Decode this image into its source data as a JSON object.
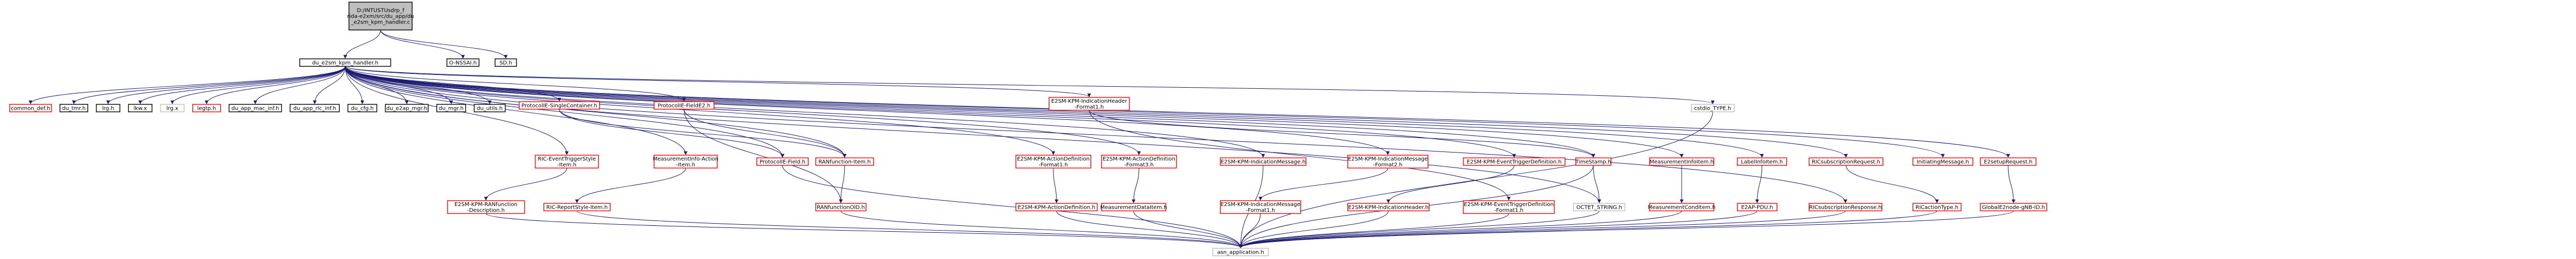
{
  "colors": {
    "edge": "#191970",
    "border_black": "#000000",
    "border_red": "#ff0000",
    "border_gray": "#bfbfbf",
    "root_fill": "#bfbfbf",
    "node_fill": "#ffffff"
  },
  "nodes": [
    {
      "id": "n_root",
      "label": [
        "D:/INTUSTUsdrp_f",
        "rida-e2xm/src/du_app/du",
        "_e2sm_kpm_handler.c"
      ],
      "style": "root"
    },
    {
      "id": "n_hdr",
      "label": [
        "du_e2sm_kpm_handler.h"
      ],
      "style": "black"
    },
    {
      "id": "n_nssai",
      "label": [
        "O-NSSAI.h"
      ],
      "style": "black"
    },
    {
      "id": "n_sd",
      "label": [
        "SD.h"
      ],
      "style": "black"
    },
    {
      "id": "n_common_def",
      "label": [
        "common_def.h"
      ],
      "style": "red"
    },
    {
      "id": "n_du_tmr",
      "label": [
        "du_tmr.h"
      ],
      "style": "black"
    },
    {
      "id": "n_lrg_h",
      "label": [
        "lrg.h"
      ],
      "style": "black"
    },
    {
      "id": "n_lkw_x",
      "label": [
        "lkw.x"
      ],
      "style": "black"
    },
    {
      "id": "n_lrg_x",
      "label": [
        "lrg.x"
      ],
      "style": "gray"
    },
    {
      "id": "n_legtp",
      "label": [
        "legtp.h"
      ],
      "style": "red"
    },
    {
      "id": "n_du_app_mac",
      "label": [
        "du_app_mac_inf.h"
      ],
      "style": "black"
    },
    {
      "id": "n_du_app_rlc",
      "label": [
        "du_app_rlc_inf.h"
      ],
      "style": "black"
    },
    {
      "id": "n_du_cfg",
      "label": [
        "du_cfg.h"
      ],
      "style": "black"
    },
    {
      "id": "n_du_e2ap_mgr",
      "label": [
        "du_e2ap_mgr.h"
      ],
      "style": "black"
    },
    {
      "id": "n_du_mgr",
      "label": [
        "du_mgr.h"
      ],
      "style": "black"
    },
    {
      "id": "n_du_utils",
      "label": [
        "du_utils.h"
      ],
      "style": "black"
    },
    {
      "id": "n_pie_single",
      "label": [
        "ProtocolIE-SingleContainer.h"
      ],
      "style": "red"
    },
    {
      "id": "n_pie_fieldE2",
      "label": [
        "ProtocolIE-FieldE2.h"
      ],
      "style": "red"
    },
    {
      "id": "n_ind_hdr_f1",
      "label": [
        "E2SM-KPM-IndicationHeader",
        "-Format1.h"
      ],
      "style": "red"
    },
    {
      "id": "n_cstd_type",
      "label": [
        "cstdio_TYPE.h"
      ],
      "style": "gray"
    },
    {
      "id": "n_ric_trig_style",
      "label": [
        "RIC-EventTriggerStyle",
        "-Item.h"
      ],
      "style": "red"
    },
    {
      "id": "n_meas_info_action",
      "label": [
        "MeasurementInfo-Action",
        "-Item.h"
      ],
      "style": "red"
    },
    {
      "id": "n_pie_field",
      "label": [
        "ProtocolIE-Field.h"
      ],
      "style": "red"
    },
    {
      "id": "n_ran_func_item",
      "label": [
        "RANfunction-Item.h"
      ],
      "style": "red"
    },
    {
      "id": "n_action_def_f1",
      "label": [
        "E2SM-KPM-ActionDefinition",
        "-Format1.h"
      ],
      "style": "red"
    },
    {
      "id": "n_action_def_f3",
      "label": [
        "E2SM-KPM-ActionDefinition",
        "-Format3.h"
      ],
      "style": "red"
    },
    {
      "id": "n_ind_msg",
      "label": [
        "E2SM-KPM-IndicationMessage.h"
      ],
      "style": "red"
    },
    {
      "id": "n_ind_msg_f2",
      "label": [
        "E2SM-KPM-IndicationMessage",
        "-Format2.h"
      ],
      "style": "red"
    },
    {
      "id": "n_event_trig_def",
      "label": [
        "E2SM-KPM-EventTriggerDefinition.h"
      ],
      "style": "red"
    },
    {
      "id": "n_timestamp",
      "label": [
        "TimeStamp.h"
      ],
      "style": "red"
    },
    {
      "id": "n_meas_info_item",
      "label": [
        "MeasurementInfoItem.h"
      ],
      "style": "red"
    },
    {
      "id": "n_label_info_item",
      "label": [
        "LabelInfoItem.h"
      ],
      "style": "red"
    },
    {
      "id": "n_ric_sub_req",
      "label": [
        "RICsubscriptionRequest.h"
      ],
      "style": "red"
    },
    {
      "id": "n_init_msg",
      "label": [
        "InitiatingMessage.h"
      ],
      "style": "red"
    },
    {
      "id": "n_e2setup_req",
      "label": [
        "E2setupRequest.h"
      ],
      "style": "red"
    },
    {
      "id": "n_ran_func_desc",
      "label": [
        "E2SM-KPM-RANfunction",
        "-Description.h"
      ],
      "style": "red"
    },
    {
      "id": "n_ric_report_style",
      "label": [
        "RIC-ReportStyle-Item.h"
      ],
      "style": "red"
    },
    {
      "id": "n_ran_func_oid",
      "label": [
        "RANfunctionOID.h"
      ],
      "style": "red"
    },
    {
      "id": "n_action_def",
      "label": [
        "E2SM-KPM-ActionDefinition.h"
      ],
      "style": "red"
    },
    {
      "id": "n_meas_data_item",
      "label": [
        "MeasurementDataItem.h"
      ],
      "style": "red"
    },
    {
      "id": "n_ind_msg_f1",
      "label": [
        "E2SM-KPM-IndicationMessage",
        "-Format1.h"
      ],
      "style": "red"
    },
    {
      "id": "n_ind_hdr",
      "label": [
        "E2SM-KPM-IndicationHeader.h"
      ],
      "style": "red"
    },
    {
      "id": "n_event_trig_def_f1",
      "label": [
        "E2SM-KPM-EventTriggerDefinition",
        "-Format1.h"
      ],
      "style": "red"
    },
    {
      "id": "n_octet_string",
      "label": [
        "OCTET_STRING.h"
      ],
      "style": "gray"
    },
    {
      "id": "n_meas_cond_item",
      "label": [
        "MeasurementCondItem.h"
      ],
      "style": "red"
    },
    {
      "id": "n_e2ap_pdu",
      "label": [
        "E2AP-PDU.h"
      ],
      "style": "red"
    },
    {
      "id": "n_ric_sub_resp",
      "label": [
        "RICsubscriptionResponse.h"
      ],
      "style": "red"
    },
    {
      "id": "n_ric_action_type",
      "label": [
        "RICactionType.h"
      ],
      "style": "red"
    },
    {
      "id": "n_global_e2node",
      "label": [
        "GlobalE2node-gNB-ID.h"
      ],
      "style": "red"
    },
    {
      "id": "n_asn_app",
      "label": [
        "asn_application.h"
      ],
      "style": "gray"
    }
  ],
  "edges": [
    [
      "n_root",
      "n_hdr"
    ],
    [
      "n_root",
      "n_nssai"
    ],
    [
      "n_root",
      "n_sd"
    ],
    [
      "n_hdr",
      "n_common_def"
    ],
    [
      "n_hdr",
      "n_du_tmr"
    ],
    [
      "n_hdr",
      "n_lrg_h"
    ],
    [
      "n_hdr",
      "n_lkw_x"
    ],
    [
      "n_hdr",
      "n_lrg_x"
    ],
    [
      "n_hdr",
      "n_legtp"
    ],
    [
      "n_hdr",
      "n_du_app_mac"
    ],
    [
      "n_hdr",
      "n_du_app_rlc"
    ],
    [
      "n_hdr",
      "n_du_cfg"
    ],
    [
      "n_hdr",
      "n_du_e2ap_mgr"
    ],
    [
      "n_hdr",
      "n_du_mgr"
    ],
    [
      "n_hdr",
      "n_du_utils"
    ],
    [
      "n_hdr",
      "n_pie_single"
    ],
    [
      "n_hdr",
      "n_pie_fieldE2"
    ],
    [
      "n_hdr",
      "n_ind_hdr_f1"
    ],
    [
      "n_hdr",
      "n_cstd_type"
    ],
    [
      "n_hdr",
      "n_ric_trig_style"
    ],
    [
      "n_hdr",
      "n_meas_info_action"
    ],
    [
      "n_hdr",
      "n_action_def_f1"
    ],
    [
      "n_hdr",
      "n_action_def_f3"
    ],
    [
      "n_hdr",
      "n_ind_msg"
    ],
    [
      "n_hdr",
      "n_ind_msg_f2"
    ],
    [
      "n_hdr",
      "n_event_trig_def"
    ],
    [
      "n_hdr",
      "n_timestamp"
    ],
    [
      "n_hdr",
      "n_octet_string"
    ],
    [
      "n_hdr",
      "n_meas_info_item"
    ],
    [
      "n_hdr",
      "n_label_info_item"
    ],
    [
      "n_hdr",
      "n_ric_sub_req"
    ],
    [
      "n_hdr",
      "n_ric_sub_resp"
    ],
    [
      "n_hdr",
      "n_init_msg"
    ],
    [
      "n_hdr",
      "n_e2setup_req"
    ],
    [
      "n_hdr",
      "n_ran_func_item"
    ],
    [
      "n_hdr",
      "n_pie_field"
    ],
    [
      "n_pie_single",
      "n_pie_field"
    ],
    [
      "n_pie_single",
      "n_ran_func_item"
    ],
    [
      "n_pie_fieldE2",
      "n_ran_func_item"
    ],
    [
      "n_pie_fieldE2",
      "n_ran_func_oid"
    ],
    [
      "n_ric_trig_style",
      "n_ran_func_desc"
    ],
    [
      "n_meas_info_action",
      "n_ric_report_style"
    ],
    [
      "n_ran_func_item",
      "n_ran_func_oid"
    ],
    [
      "n_action_def_f1",
      "n_action_def"
    ],
    [
      "n_action_def_f3",
      "n_meas_data_item"
    ],
    [
      "n_ind_msg_f2",
      "n_ind_msg_f1"
    ],
    [
      "n_event_trig_def",
      "n_ind_hdr"
    ],
    [
      "n_ind_hdr_f1",
      "n_timestamp"
    ],
    [
      "n_ind_hdr_f1",
      "n_event_trig_def_f1"
    ],
    [
      "n_timestamp",
      "n_octet_string"
    ],
    [
      "n_meas_info_item",
      "n_meas_cond_item"
    ],
    [
      "n_label_info_item",
      "n_e2ap_pdu"
    ],
    [
      "n_ric_sub_req",
      "n_ric_action_type"
    ],
    [
      "n_e2setup_req",
      "n_global_e2node"
    ],
    [
      "n_ran_func_desc",
      "n_asn_app"
    ],
    [
      "n_ric_report_style",
      "n_asn_app"
    ],
    [
      "n_pie_field",
      "n_asn_app"
    ],
    [
      "n_ran_func_oid",
      "n_asn_app"
    ],
    [
      "n_action_def",
      "n_asn_app"
    ],
    [
      "n_meas_data_item",
      "n_asn_app"
    ],
    [
      "n_ind_msg_f1",
      "n_asn_app"
    ],
    [
      "n_ind_hdr",
      "n_asn_app"
    ],
    [
      "n_event_trig_def_f1",
      "n_asn_app"
    ],
    [
      "n_timestamp",
      "n_asn_app"
    ],
    [
      "n_octet_string",
      "n_asn_app"
    ],
    [
      "n_meas_cond_item",
      "n_asn_app"
    ],
    [
      "n_e2ap_pdu",
      "n_asn_app"
    ],
    [
      "n_ric_sub_resp",
      "n_asn_app"
    ],
    [
      "n_ric_action_type",
      "n_asn_app"
    ],
    [
      "n_global_e2node",
      "n_asn_app"
    ],
    [
      "n_ind_msg",
      "n_asn_app"
    ],
    [
      "n_cstd_type",
      "n_asn_app"
    ]
  ]
}
